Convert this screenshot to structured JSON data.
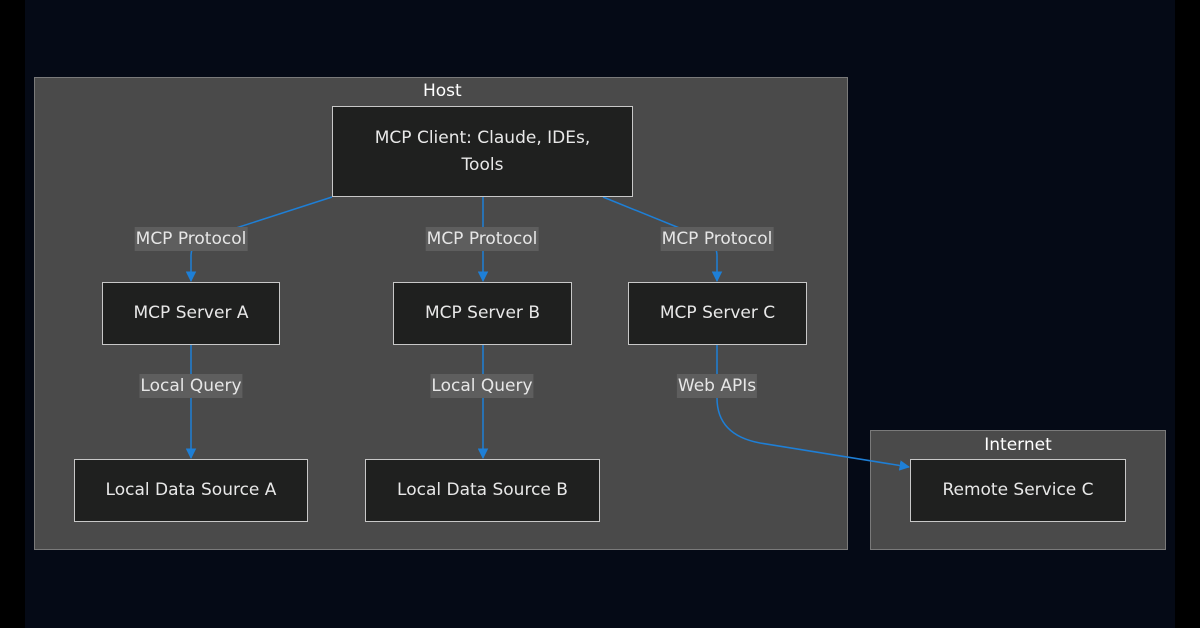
{
  "clusters": {
    "host": "Host",
    "internet": "Internet"
  },
  "nodes": {
    "client": "MCP Client: Claude, IDEs, Tools",
    "server_a": "MCP Server A",
    "server_b": "MCP Server B",
    "server_c": "MCP Server C",
    "source_a": "Local Data Source A",
    "source_b": "Local Data Source B",
    "remote_c": "Remote Service C"
  },
  "edges": {
    "protocol_a": "MCP Protocol",
    "protocol_b": "MCP Protocol",
    "protocol_c": "MCP Protocol",
    "query_a": "Local Query",
    "query_b": "Local Query",
    "web_c": "Web APIs"
  },
  "colors": {
    "edge": "#1e7fd6",
    "cluster_bg": "#4a4a4a",
    "node_bg": "#1f201f",
    "page_bg": "#050a16"
  }
}
